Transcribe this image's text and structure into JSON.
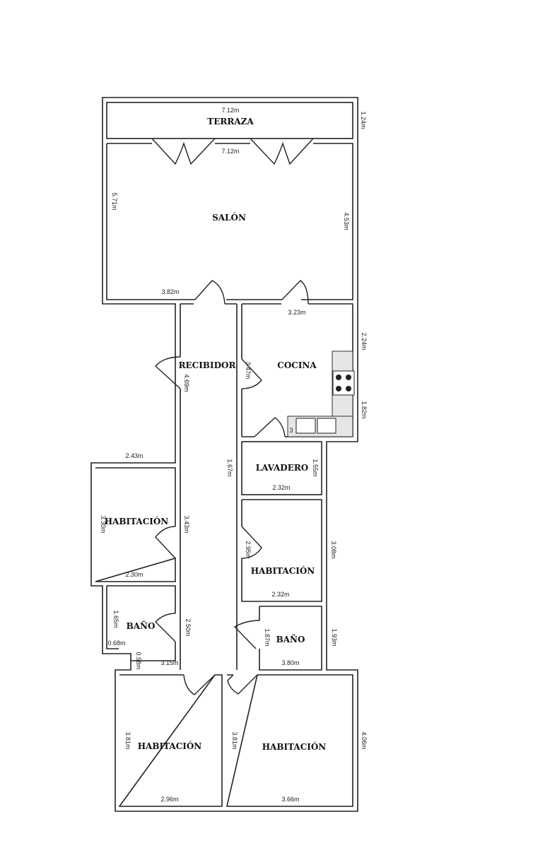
{
  "plan": {
    "rooms": {
      "terraza": "TERRAZA",
      "salon": "SALÓN",
      "recibidor": "RECIBIDOR",
      "cocina": "COCINA",
      "lavadero": "LAVADERO",
      "habitacion_left": "HABITACIÓN",
      "habitacion_right": "HABITACIÓN",
      "bano_left": "BAÑO",
      "bano_right": "BAÑO",
      "habitacion_bottom_left": "HABITACIÓN",
      "habitacion_bottom_right": "HABITACIÓN"
    },
    "dimensions": {
      "terraza_width": "7.12m",
      "terraza_depth": "1.24m",
      "salon_width": "7.12m",
      "salon_left": "5.71m",
      "salon_right": "4.53m",
      "salon_bottom": "3.82m",
      "cocina_top": "3.23m",
      "cocina_right_upper": "2.24m",
      "cocina_right_lower": "1.82m",
      "cocina_left": "3.47m",
      "cocina_small": "3",
      "recibidor_length": "4.69m",
      "corridor_left_top": "2.43m",
      "corridor_mid": "1.67m",
      "lavadero_width": "2.32m",
      "lavadero_depth": "1.55m",
      "hab_left_depth": "3.30m",
      "hab_left_side": "3.43m",
      "hab_left_width": "2.30m",
      "hab_right_door": "2.95m",
      "hab_right_width": "2.32m",
      "hab_right_side": "3.08m",
      "bano_left_depth": "1.65m",
      "bano_left_side": "2.50m",
      "bano_left_small": "0.68m",
      "bano_left_notch": "0.58m",
      "corridor_bottom": "3.15m",
      "bano_right_depth": "1.87m",
      "bano_right_width": "3.80m",
      "bano_right_side": "1.93m",
      "hab_bl_depth": "3.81m",
      "hab_bl_width": "2.96m",
      "hab_br_depth": "3.81m",
      "hab_br_width": "3.66m",
      "hab_br_side": "4.06m"
    }
  }
}
